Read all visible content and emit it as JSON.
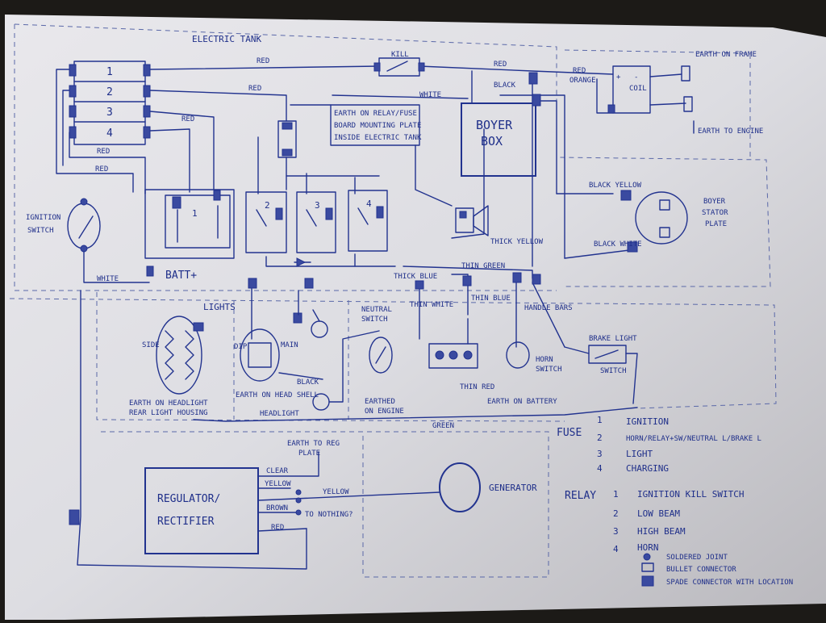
{
  "title": "ELECTRIC TANK",
  "labels": {
    "kill": "KILL",
    "red": "RED",
    "white": "WHITE",
    "black": "BLACK",
    "orange": "ORANGE",
    "earth_relay": "EARTH ON RELAY/FUSE",
    "board_plate": "BOARD MOUNTING PLATE",
    "inside_tank": "INSIDE ELECTRIC TANK",
    "boyer_1": "BOYER",
    "boyer_2": "BOX",
    "coil": "COIL",
    "earth_frame": "EARTH ON FRAME",
    "earth_engine": "EARTH TO ENGINE",
    "ignition_switch_1": "IGNITION",
    "ignition_switch_2": "SWITCH",
    "batt": "BATT+",
    "black_yellow": "BLACK YELLOW",
    "black_white": "BLACK WHITE",
    "boyer_stator_1": "BOYER",
    "boyer_stator_2": "STATOR",
    "boyer_stator_3": "PLATE",
    "thick_yellow": "THICK YELLOW",
    "thin_green": "THIN GREEN",
    "lights": "LIGHTS",
    "neutral_switch_1": "NEUTRAL",
    "neutral_switch_2": "SWITCH",
    "handlebars": "HANDLE BARS",
    "brake_light": "BRAKE LIGHT",
    "switch": "SWITCH",
    "side": "SIDE",
    "main": "MAIN",
    "dip": "DIP",
    "earth_headlight_1": "EARTH ON HEADLIGHT",
    "earth_headlight_2": "REAR LIGHT HOUSING",
    "earth_head_shell": "EARTH ON HEAD SHELL",
    "earthed_engine_1": "EARTHED",
    "earthed_engine_2": "ON ENGINE",
    "earth_battery": "EARTH ON BATTERY",
    "horn_switch_1": "HORN",
    "horn_switch_2": "SWITCH",
    "headlight": "HEADLIGHT",
    "green": "GREEN",
    "earth_reg_1": "EARTH TO REG",
    "earth_reg_2": "PLATE",
    "clear": "CLEAR",
    "yellow": "YELLOW",
    "brown": "BROWN",
    "to_nothing": "TO NOTHING?",
    "regulator_1": "REGULATOR/",
    "regulator_2": "RECTIFIER",
    "generator": "GENERATOR",
    "thick_blue": "THICK BLUE",
    "thin_blue": "THIN BLUE",
    "thin_white": "THIN WHITE",
    "thin_red": "THIN RED"
  },
  "fuse_legend": {
    "heading": "FUSE",
    "items": [
      {
        "num": "1",
        "text": "IGNITION"
      },
      {
        "num": "2",
        "text": "HORN/RELAY+SW/NEUTRAL L/BRAKE L"
      },
      {
        "num": "3",
        "text": "LIGHT"
      },
      {
        "num": "4",
        "text": "CHARGING"
      }
    ]
  },
  "relay_legend": {
    "heading": "RELAY",
    "items": [
      {
        "num": "1",
        "text": "IGNITION KILL SWITCH"
      },
      {
        "num": "2",
        "text": "LOW BEAM"
      },
      {
        "num": "3",
        "text": "HIGH BEAM"
      },
      {
        "num": "4",
        "text": "HORN"
      }
    ]
  },
  "symbol_legend": [
    {
      "symbol": "soldered-joint",
      "text": "SOLDERED JOINT"
    },
    {
      "symbol": "bullet-connector",
      "text": "BULLET CONNECTOR"
    },
    {
      "symbol": "spade-connector",
      "text": "SPADE CONNECTOR WITH LOCATION"
    }
  ],
  "fuses": [
    "1",
    "2",
    "3",
    "4"
  ],
  "relays": [
    "1",
    "2",
    "3",
    "4"
  ]
}
